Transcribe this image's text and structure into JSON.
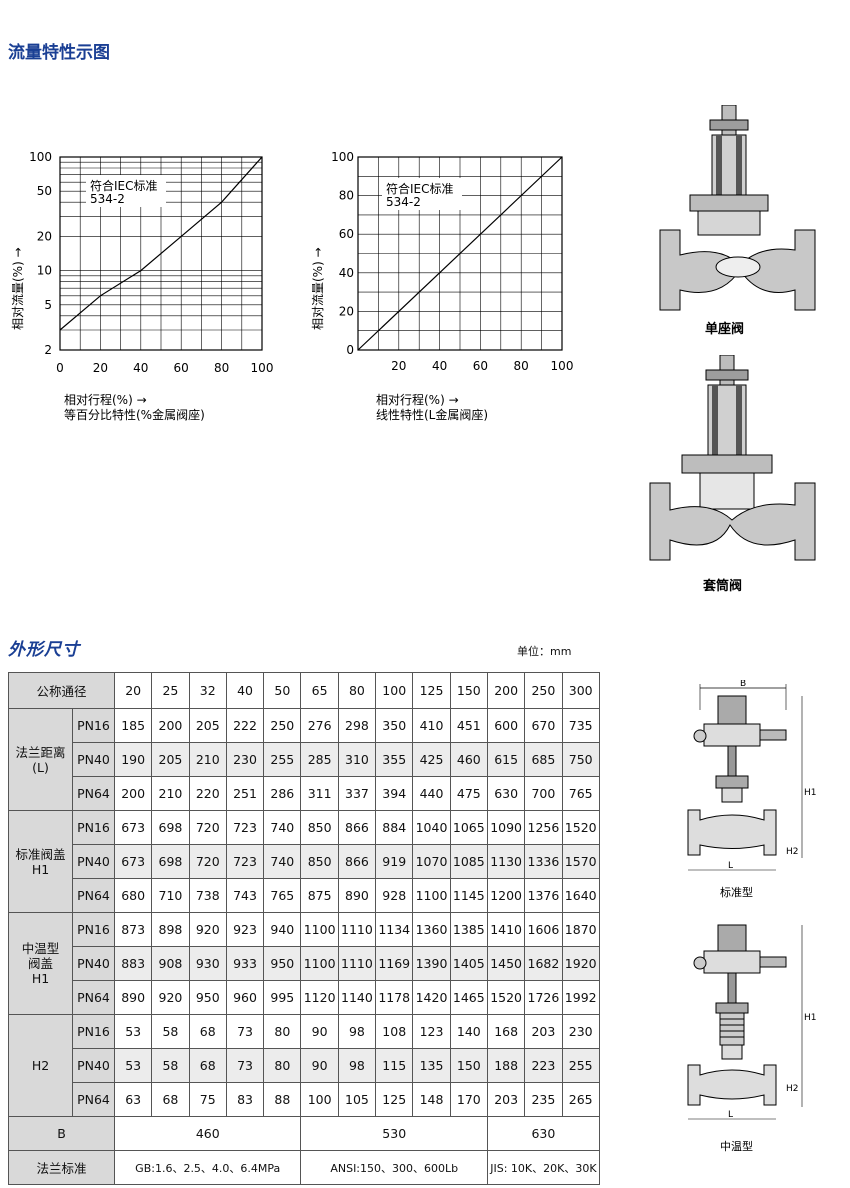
{
  "flow_section": {
    "title": "流量特性示图",
    "chart_left": {
      "iec_note_1": "符合IEC标准",
      "iec_note_2": "534-2",
      "y_axis_label": "相对流量(%) →",
      "x_axis_label": "相对行程(%) →",
      "caption": "等百分比特性(%金属阀座)",
      "y_ticks": [
        "100",
        "50",
        "20",
        "10",
        "5",
        "2"
      ],
      "x_ticks": [
        "0",
        "20",
        "40",
        "60",
        "80",
        "100"
      ]
    },
    "chart_right": {
      "iec_note_1": "符合IEC标准",
      "iec_note_2": "534-2",
      "y_axis_label": "相对流量(%) →",
      "x_axis_label": "相对行程(%) →",
      "caption": "线性特性(L金属阀座)",
      "y_ticks": [
        "100",
        "80",
        "60",
        "40",
        "20",
        "0"
      ],
      "x_ticks": [
        "20",
        "40",
        "60",
        "80",
        "100"
      ]
    },
    "valve_labels": [
      "单座阀",
      "套筒阀"
    ]
  },
  "chart_data": [
    {
      "type": "line",
      "title": "",
      "xlabel": "相对行程(%)",
      "ylabel": "相对流量(%)",
      "y_scale": "log",
      "xlim": [
        0,
        100
      ],
      "ylim": [
        2,
        100
      ],
      "grid": true,
      "series": [
        {
          "x": [
            0,
            20,
            40,
            60,
            80,
            100
          ],
          "y": [
            3.0,
            6.0,
            10.0,
            20.0,
            40.0,
            100.0
          ]
        }
      ]
    },
    {
      "type": "line",
      "title": "",
      "xlabel": "相对行程(%)",
      "ylabel": "相对流量(%)",
      "xlim": [
        0,
        100
      ],
      "ylim": [
        0,
        100
      ],
      "grid": true,
      "series": [
        {
          "x": [
            0,
            100
          ],
          "y": [
            0,
            100
          ]
        }
      ]
    }
  ],
  "dimensions": {
    "title": "外形尺寸",
    "unit": "单位：mm",
    "header_label": "公称通径",
    "sizes": [
      "20",
      "25",
      "32",
      "40",
      "50",
      "65",
      "80",
      "100",
      "125",
      "150",
      "200",
      "250",
      "300"
    ],
    "groups": [
      {
        "label": "法兰距离\n(L)",
        "rows": [
          {
            "pn": "PN16",
            "values": [
              "185",
              "200",
              "205",
              "222",
              "250",
              "276",
              "298",
              "350",
              "410",
              "451",
              "600",
              "670",
              "735"
            ]
          },
          {
            "pn": "PN40",
            "values": [
              "190",
              "205",
              "210",
              "230",
              "255",
              "285",
              "310",
              "355",
              "425",
              "460",
              "615",
              "685",
              "750"
            ]
          },
          {
            "pn": "PN64",
            "values": [
              "200",
              "210",
              "220",
              "251",
              "286",
              "311",
              "337",
              "394",
              "440",
              "475",
              "630",
              "700",
              "765"
            ]
          }
        ]
      },
      {
        "label": "标准阀盖\nH1",
        "rows": [
          {
            "pn": "PN16",
            "values": [
              "673",
              "698",
              "720",
              "723",
              "740",
              "850",
              "866",
              "884",
              "1040",
              "1065",
              "1090",
              "1256",
              "1520"
            ]
          },
          {
            "pn": "PN40",
            "values": [
              "673",
              "698",
              "720",
              "723",
              "740",
              "850",
              "866",
              "919",
              "1070",
              "1085",
              "1130",
              "1336",
              "1570"
            ]
          },
          {
            "pn": "PN64",
            "values": [
              "680",
              "710",
              "738",
              "743",
              "765",
              "875",
              "890",
              "928",
              "1100",
              "1145",
              "1200",
              "1376",
              "1640"
            ]
          }
        ]
      },
      {
        "label": "中温型\n阀盖\nH1",
        "rows": [
          {
            "pn": "PN16",
            "values": [
              "873",
              "898",
              "920",
              "923",
              "940",
              "1100",
              "1110",
              "1134",
              "1360",
              "1385",
              "1410",
              "1606",
              "1870"
            ]
          },
          {
            "pn": "PN40",
            "values": [
              "883",
              "908",
              "930",
              "933",
              "950",
              "1100",
              "1110",
              "1169",
              "1390",
              "1405",
              "1450",
              "1682",
              "1920"
            ]
          },
          {
            "pn": "PN64",
            "values": [
              "890",
              "920",
              "950",
              "960",
              "995",
              "1120",
              "1140",
              "1178",
              "1420",
              "1465",
              "1520",
              "1726",
              "1992"
            ]
          }
        ]
      },
      {
        "label": "H2",
        "rows": [
          {
            "pn": "PN16",
            "values": [
              "53",
              "58",
              "68",
              "73",
              "80",
              "90",
              "98",
              "108",
              "123",
              "140",
              "168",
              "203",
              "230"
            ]
          },
          {
            "pn": "PN40",
            "values": [
              "53",
              "58",
              "68",
              "73",
              "80",
              "90",
              "98",
              "115",
              "135",
              "150",
              "188",
              "223",
              "255"
            ]
          },
          {
            "pn": "PN64",
            "values": [
              "63",
              "68",
              "75",
              "83",
              "88",
              "100",
              "105",
              "125",
              "148",
              "170",
              "203",
              "235",
              "265"
            ]
          }
        ]
      }
    ],
    "b_row": {
      "label": "B",
      "values": [
        "460",
        "530",
        "630"
      ]
    },
    "flange_row": {
      "label": "法兰标准",
      "values": [
        "GB:1.6、2.5、4.0、6.4MPa",
        "ANSI:150、300、600Lb",
        "JIS: 10K、20K、30K"
      ]
    },
    "drawing_labels": {
      "standard": "标准型",
      "medium": "中温型",
      "dim_b": "B",
      "dim_h1": "H1",
      "dim_h2": "H2",
      "dim_l": "L"
    }
  },
  "colors": {
    "heading": "#1a3f94",
    "cell_gray": "#d9d9d9",
    "valve_gray": "#c8c8c8"
  }
}
